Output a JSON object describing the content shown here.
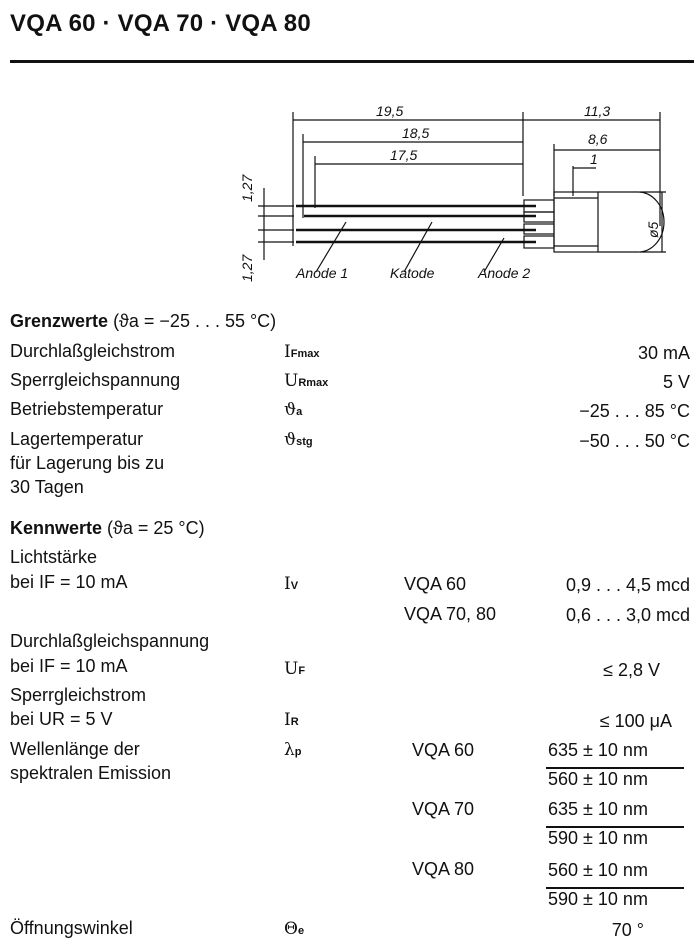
{
  "title": "VQA 60 · VQA 70 · VQA 80",
  "drawing": {
    "dims": {
      "d19_5": "19,5",
      "d18_5": "18,5",
      "d17_5": "17,5",
      "d11_3": "11,3",
      "d8_6": "8,6",
      "d1": "1",
      "d1_27_top": "1,27",
      "d1_27_bottom": "1,27",
      "phi5": "ø5"
    },
    "labels": {
      "anode1": "Anode 1",
      "katode": "Katode",
      "anode2": "Anode 2"
    }
  },
  "grenz": {
    "heading": "Grenzwerte",
    "cond": "(ϑa = −25 . . . 55 °C)",
    "rows": [
      {
        "label": "Durchlaßgleichstrom",
        "sym": "I",
        "sub": "Fmax",
        "value": "30 mA"
      },
      {
        "label": "Sperrgleichspannung",
        "sym": "U",
        "sub": "Rmax",
        "value": "5 V"
      },
      {
        "label": "Betriebstemperatur",
        "sym": "ϑ",
        "sub": "a",
        "value": "−25 . . . 85 °C"
      },
      {
        "label": "Lagertemperatur",
        "label2": "für Lagerung bis zu",
        "label3": "30 Tagen",
        "sym": "ϑ",
        "sub": "stg",
        "value": "−50 . . . 50 °C"
      }
    ]
  },
  "kenn": {
    "heading": "Kennwerte",
    "cond": "(ϑa = 25 °C)",
    "licht": {
      "label1": "Lichtstärke",
      "label2": "bei IF = 10 mA",
      "sym": "I",
      "sub": "V",
      "types": [
        "VQA 60",
        "VQA 70, 80"
      ],
      "values": [
        "0,9 . . . 4,5 mcd",
        "0,6 . . . 3,0 mcd"
      ]
    },
    "uf": {
      "label1": "Durchlaßgleichspannung",
      "label2": "bei IF = 10 mA",
      "sym": "U",
      "sub": "F",
      "value": "≤ 2,8 V"
    },
    "ir": {
      "label1": "Sperrgleichstrom",
      "label2": "bei UR = 5 V",
      "sym": "I",
      "sub": "R",
      "value": "≤ 100 μA"
    },
    "wave": {
      "label1": "Wellenlänge der",
      "label2": "spektralen Emission",
      "sym": "λ",
      "sub": "p",
      "groups": [
        {
          "type": "VQA 60",
          "v1": "635 ± 10 nm",
          "v2": "560 ± 10 nm"
        },
        {
          "type": "VQA 70",
          "v1": "635 ± 10 nm",
          "v2": "590 ± 10 nm"
        },
        {
          "type": "VQA 80",
          "v1": "560 ± 10 nm",
          "v2": "590 ± 10 nm"
        }
      ]
    },
    "angle": {
      "label": "Öffnungswinkel",
      "sym": "Θ",
      "sub": "e",
      "value": "70 °"
    }
  }
}
